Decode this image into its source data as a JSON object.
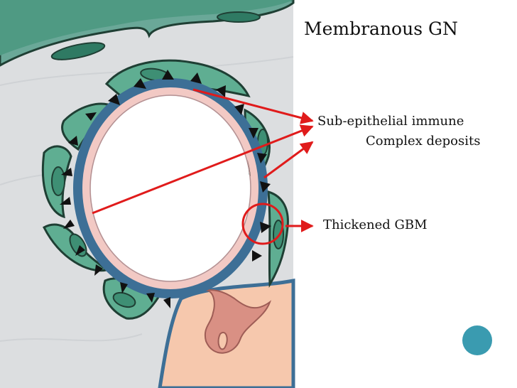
{
  "slide": {
    "title": "Membranous GN",
    "labels": {
      "subepithelial_line1": "Sub-epithelial immune",
      "subepithelial_line2": "Complex deposits",
      "thickened_gbm": "Thickened GBM"
    }
  },
  "colors": {
    "background_tissue": "#dcdee0",
    "podocyte": "#5fae92",
    "podocyte_outline": "#1f3f34",
    "gbm": "#3d6f96",
    "endothelium": "#f2c9c4",
    "mesangium": "#f6c8ad",
    "mesangial_cell": "#d99084",
    "deposit": "#111111",
    "pointer_arrow": "#e01b1b",
    "slide_accent": "#3a9bb0"
  }
}
